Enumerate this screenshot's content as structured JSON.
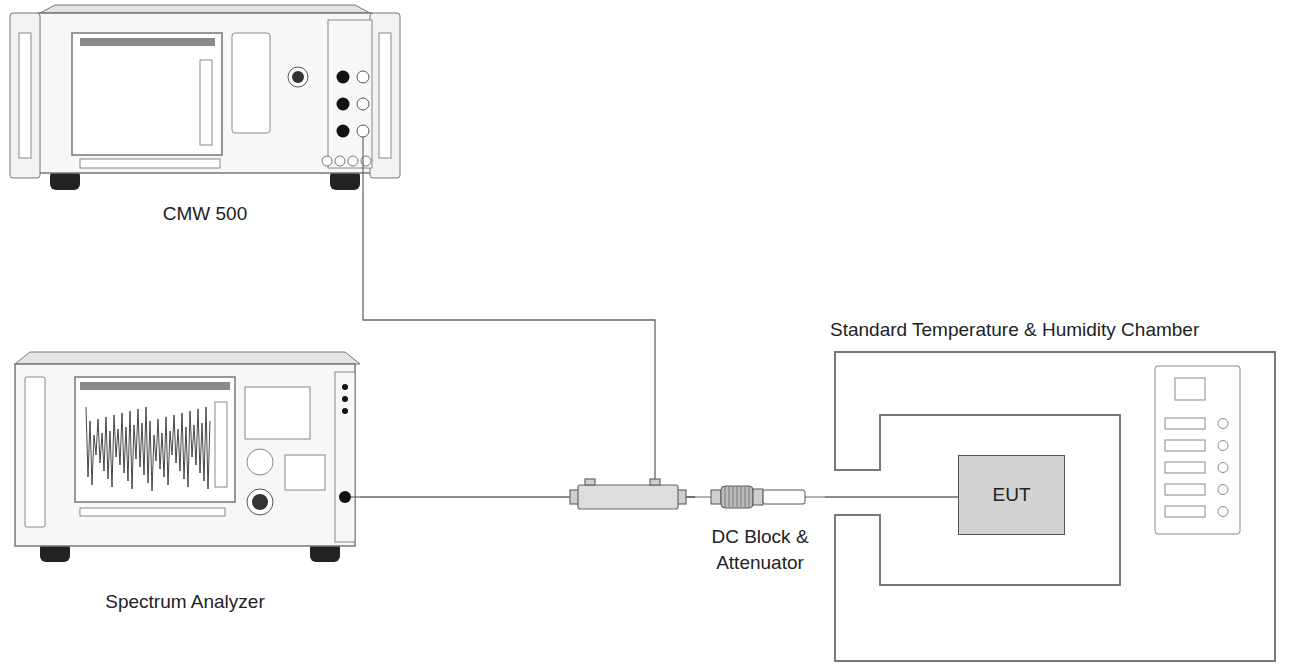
{
  "diagram": {
    "nodes": [
      {
        "text": [
          "CMW 500"
        ]
      },
      {
        "text": [
          "Spectrum Analyzer"
        ]
      },
      {
        "text": [
          "DC Block & Attenuator"
        ]
      },
      {
        "text": [
          "Standard Temperature & Humidity Chamber"
        ]
      },
      {
        "text": [
          "EUT"
        ],
        "in": 3
      }
    ],
    "edges": [
      {
        "from": 0,
        "to": 2,
        "arrow": "none"
      },
      {
        "from": 1,
        "to": 2,
        "arrow": "none"
      },
      {
        "from": 2,
        "to": 4,
        "arrow": "none"
      }
    ]
  }
}
